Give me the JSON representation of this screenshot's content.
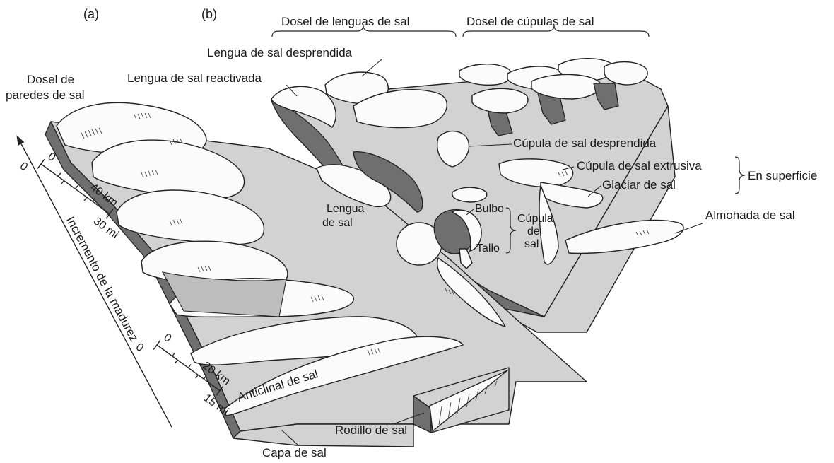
{
  "panels": {
    "a": "(a)",
    "b": "(b)"
  },
  "braces": {
    "tongue_canopy": "Dosel de lenguas de sal",
    "dome_canopy": "Dosel de cúpulas de sal",
    "surface": "En superficie"
  },
  "labels": {
    "detached_tongue": "Lengua de sal desprendida",
    "reactivated_tongue": "Lengua de sal reactivada",
    "wall_canopy_1": "Dosel de",
    "wall_canopy_2": "paredes de sal",
    "detached_dome": "Cúpula de sal desprendida",
    "extrusive_dome": "Cúpula de sal extrusiva",
    "salt_glacier": "Glaciar de sal",
    "salt_pillow": "Almohada de sal",
    "salt_tongue_1": "Lengua",
    "salt_tongue_2": "de sal",
    "bulb": "Bulbo",
    "stalk": "Tallo",
    "dome_1": "Cúpula",
    "dome_2": "de",
    "dome_3": "sal",
    "salt_anticline": "Anticlinal de sal",
    "salt_roller": "Rodillo de sal",
    "salt_layer": "Capa de sal",
    "maturity_axis": "Incremento de la madurez"
  },
  "scale_b": {
    "km_zero": "0",
    "km_value": "40 km",
    "mi_zero": "0",
    "mi_value": "30 mi"
  },
  "scale_a": {
    "km_zero": "0",
    "km_value": "20 km",
    "mi_zero": "0",
    "mi_value": "15 mi"
  },
  "colors": {
    "plate": "#d2d2d2",
    "dark_face": "#6f6f6f",
    "salt": "#fbfbfb",
    "ink": "#222222"
  }
}
